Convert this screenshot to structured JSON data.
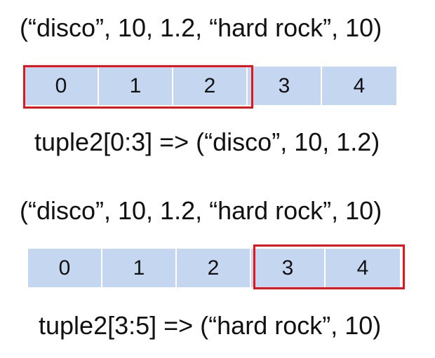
{
  "diagram": {
    "example1": {
      "tuple_text": "(“disco”, 10, 1.2, “hard rock”,  10)",
      "indices": [
        "0",
        "1",
        "2",
        "3",
        "4"
      ],
      "highlight_color": "#e8141c",
      "highlighted_indices": [
        "0",
        "1",
        "2"
      ],
      "slice_text": "tuple2[0:3] => (“disco”, 10, 1.2)"
    },
    "example2": {
      "tuple_text": "(“disco”, 10, 1.2, “hard rock”,  10)",
      "indices": [
        "0",
        "1",
        "2",
        "3",
        "4"
      ],
      "highlight_color": "#e8141c",
      "highlighted_indices": [
        "3",
        "4"
      ],
      "slice_text": "tuple2[3:5] => (“hard rock”, 10)"
    },
    "cell_color": "#c5d7f0"
  }
}
